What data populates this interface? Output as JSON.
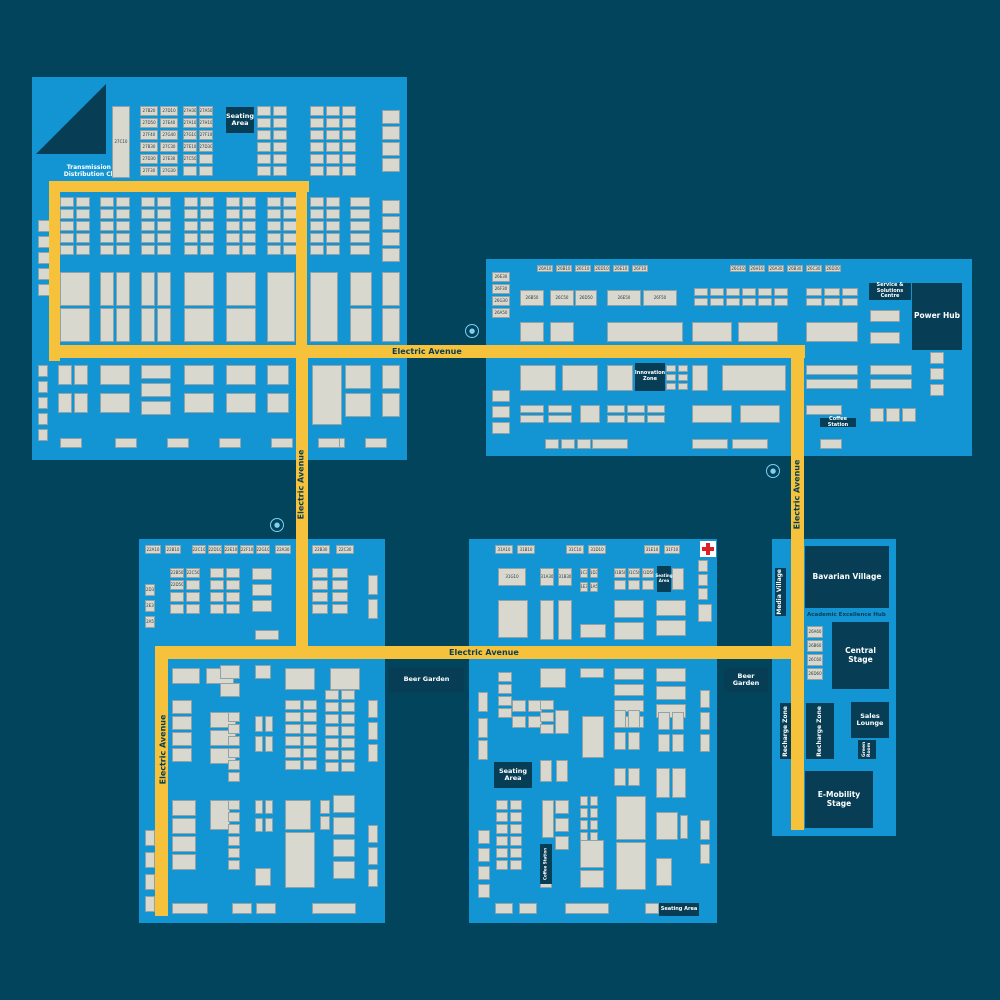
{
  "roads": {
    "label": "Electric Avenue"
  },
  "zones": {
    "transmission_club": "Transmission & Distribution Club",
    "seating_area_nw": "Seating Area",
    "service_solutions": "Service & Solutions Centre",
    "power_hub": "Power Hub",
    "innovation_zone": "Innovation Zone",
    "coffee_station_e": "Coffee Station",
    "beer_garden_left": "Beer Garden",
    "beer_garden_right": "Beer Garden",
    "seating_area_s": "Seating Area",
    "seating_area_s2": "Seating Area",
    "seating_area_s3": "Seating Area",
    "coffee_station_s": "Coffee Station",
    "media_village": "Media Village",
    "bavarian_village": "Bavarian Village",
    "academic_hub": "Academic Excellence Hub",
    "central_stage": "Central Stage",
    "recharge_zone_1": "Recharge Zone",
    "recharge_zone_2": "Recharge Zone",
    "sales_lounge": "Sales Lounge",
    "green_room": "Green Room",
    "emobility_stage": "E-Mobility Stage"
  },
  "icons": {
    "drop_icon": "water-drop-icon",
    "first_aid": "first-aid-icon"
  },
  "colors": {
    "background": "#02445c",
    "hall": "#1395d3",
    "booth": "#d8d8cf",
    "road": "#f6c23b",
    "dark_zone": "#073e56",
    "first_aid_red": "#e01e26"
  },
  "booths": {
    "nw": [
      "27C10",
      "27B20",
      "27D10",
      "27D50",
      "27E40",
      "27F40",
      "27G40",
      "27B30",
      "27C30",
      "27D30",
      "27E30",
      "27F30",
      "27G30",
      "27H30",
      "27A50",
      "27A10",
      "27H10",
      "27G10",
      "27F10",
      "27E10",
      "27D30",
      "27C50"
    ],
    "ne": [
      "26A10",
      "26B10",
      "26C10",
      "26D10",
      "26E10",
      "26F10",
      "26G10",
      "26H10",
      "26A30",
      "26B30",
      "26C30",
      "26D30",
      "26E30",
      "26F30",
      "26G30",
      "26A50",
      "26B50",
      "26C50",
      "26D50",
      "26E50",
      "26F50"
    ],
    "sw": [
      "22A10",
      "22B10",
      "22C10",
      "22D10",
      "22E10",
      "22F10",
      "22G10",
      "22A30",
      "22B30",
      "22C30",
      "22D30",
      "22E30",
      "22A50",
      "22B50",
      "22C50",
      "22D50"
    ],
    "sc": [
      "31A10",
      "31B10",
      "31C10",
      "31D10",
      "31E10",
      "31F10",
      "31G10",
      "31A30",
      "31B30",
      "31C30",
      "31D30",
      "31E30",
      "31A50",
      "31B50",
      "31C50",
      "31D50"
    ],
    "east": [
      "26A60",
      "26B60",
      "26C60",
      "26D60"
    ]
  }
}
